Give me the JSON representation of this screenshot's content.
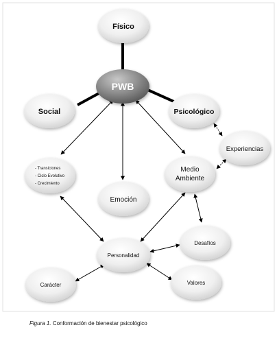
{
  "nodes": {
    "fisico": "Físico",
    "pwb": "PWB",
    "social": "Social",
    "psicologico": "Psicológico",
    "experiencias": "Experiencias",
    "transiciones_lines": [
      "- Transiciones",
      "- Ciclo Evolutivo",
      "- Crecimiento"
    ],
    "medio_ambiente_lines": [
      "Medio",
      "Ambiente"
    ],
    "emocion": "Emoción",
    "desafios": "Desafíos",
    "personalidad": "Personalidad",
    "caracter": "Carácter",
    "valores": "Valores"
  },
  "caption": {
    "figure": "Figura 1.",
    "text": "Conformación de bienestar psicológico"
  }
}
